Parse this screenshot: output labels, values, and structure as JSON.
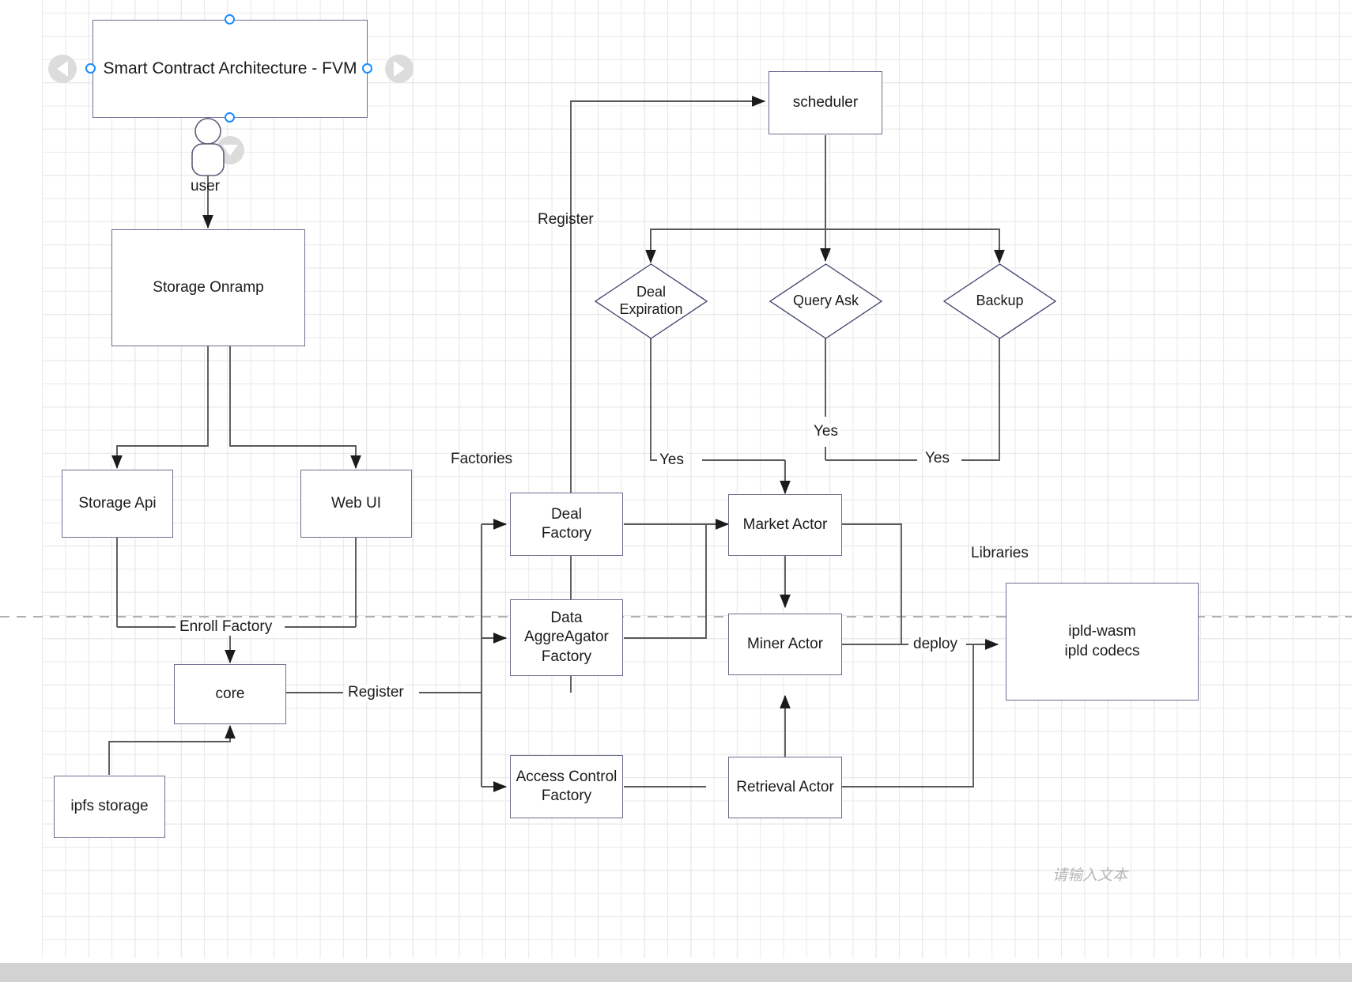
{
  "canvas": {
    "title_box": {
      "label": "Smart Contract Architecture  - FVM"
    },
    "actor": {
      "label": "user",
      "icon": "person-icon"
    },
    "nav": {
      "left_icon": "chevron-left-icon",
      "right_icon": "chevron-right-icon",
      "down_icon": "chevron-down-icon"
    },
    "placeholder_text": "请输入文本",
    "colors": {
      "node_border": "#6b6f8f",
      "connector": "#595959",
      "selection_handle": "#1a8cff",
      "grid_minor": "#e9e9e9",
      "grid_major": "#dcdcdc",
      "guide_dashed": "#b0b0b0",
      "scrollbar": "#d2d2d2",
      "text": "#1b1b1b",
      "placeholder": "#b6b6b6"
    }
  },
  "nodes": [
    {
      "id": "storage-onramp",
      "label": "Storage Onramp"
    },
    {
      "id": "storage-api",
      "label": "Storage Api"
    },
    {
      "id": "web-ui",
      "label": "Web UI"
    },
    {
      "id": "core",
      "label": "core"
    },
    {
      "id": "ipfs-storage",
      "label": "ipfs storage"
    },
    {
      "id": "scheduler",
      "label": "scheduler"
    },
    {
      "id": "deal-factory",
      "label": "Deal\nFactory"
    },
    {
      "id": "data-aggreagator-factory",
      "label": "Data\nAggreAgator\nFactory"
    },
    {
      "id": "access-control-factory",
      "label": "Access Control\nFactory"
    },
    {
      "id": "market-actor",
      "label": "Market Actor"
    },
    {
      "id": "miner-actor",
      "label": "Miner Actor"
    },
    {
      "id": "retrieval-actor",
      "label": "Retrieval Actor"
    },
    {
      "id": "ipld-libraries",
      "label": "ipld-wasm\nipld codecs"
    }
  ],
  "decisions": [
    {
      "id": "deal-expiration",
      "label": "Deal\nExpiration"
    },
    {
      "id": "query-ask",
      "label": "Query Ask"
    },
    {
      "id": "backup",
      "label": "Backup"
    }
  ],
  "edge_labels": [
    {
      "id": "enroll-factory",
      "label": "Enroll Factory"
    },
    {
      "id": "register-core",
      "label": "Register"
    },
    {
      "id": "register-scheduler",
      "label": "Register"
    },
    {
      "id": "yes-deal-expiration",
      "label": "Yes"
    },
    {
      "id": "yes-query-ask",
      "label": "Yes"
    },
    {
      "id": "yes-backup",
      "label": "Yes"
    },
    {
      "id": "deploy",
      "label": "deploy"
    }
  ],
  "group_labels": [
    {
      "id": "factories",
      "label": "Factories"
    },
    {
      "id": "libraries",
      "label": "Libraries"
    }
  ]
}
